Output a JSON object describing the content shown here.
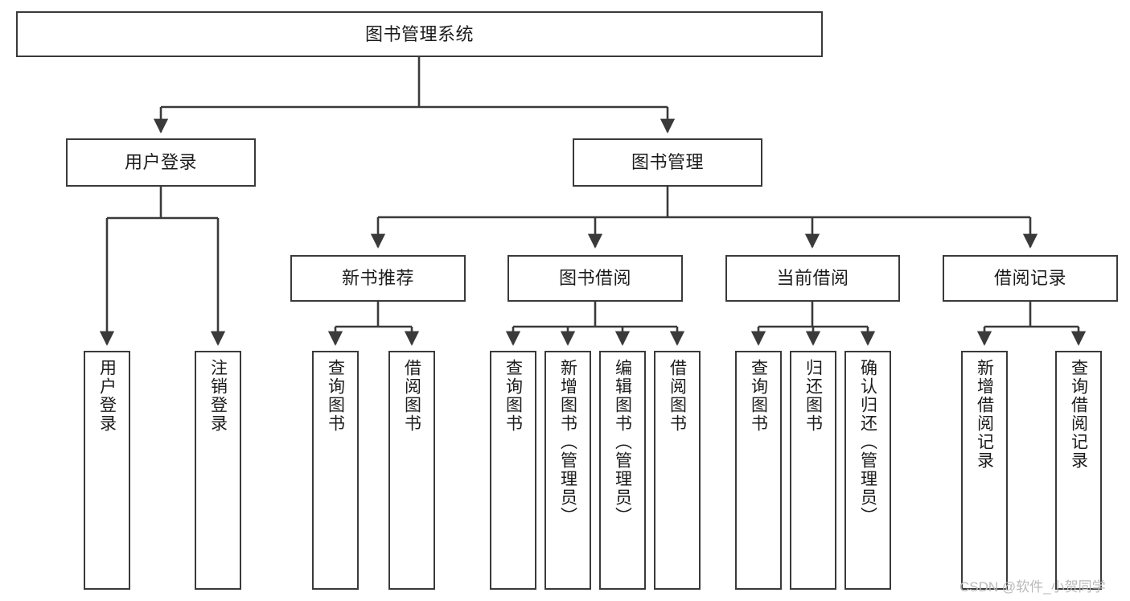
{
  "diagram": {
    "type": "hierarchy-tree",
    "title": "图书管理系统",
    "orientation": "top-down",
    "colors": {
      "box_border": "#3a3a3a",
      "box_fill": "#ffffff",
      "connector": "#3a3a3a",
      "text": "#1c1c1c",
      "watermark": "#b9b9b9",
      "background": "#ffffff"
    },
    "levels": {
      "level0": [
        "图书管理系统"
      ],
      "level1": [
        "用户登录",
        "图书管理"
      ],
      "level2": [
        "新书推荐",
        "图书借阅",
        "当前借阅",
        "借阅记录"
      ],
      "level3": [
        "用户登录",
        "注销登录",
        "查询图书",
        "借阅图书",
        "查询图书",
        "新增图书（管理员）",
        "编辑图书（管理员）",
        "借阅图书",
        "查询图书",
        "归还图书",
        "确认归还（管理员）",
        "新增借阅记录",
        "查询借阅记录"
      ]
    }
  },
  "root": {
    "label": "图书管理系统"
  },
  "branch_user": {
    "label": "用户登录",
    "leaves": [
      {
        "label": "用户登录"
      },
      {
        "label": "注销登录"
      }
    ]
  },
  "branch_book": {
    "label": "图书管理",
    "groups": [
      {
        "label": "新书推荐",
        "leaves": [
          {
            "label": "查询图书"
          },
          {
            "label": "借阅图书"
          }
        ]
      },
      {
        "label": "图书借阅",
        "leaves": [
          {
            "label": "查询图书"
          },
          {
            "label": "新增图书（管理员）"
          },
          {
            "label": "编辑图书（管理员）"
          },
          {
            "label": "借阅图书"
          }
        ]
      },
      {
        "label": "当前借阅",
        "leaves": [
          {
            "label": "查询图书"
          },
          {
            "label": "归还图书"
          },
          {
            "label": "确认归还（管理员）"
          }
        ]
      },
      {
        "label": "借阅记录",
        "leaves": [
          {
            "label": "新增借阅记录"
          },
          {
            "label": "查询借阅记录"
          }
        ]
      }
    ]
  },
  "watermark": {
    "text": "CSDN @软件_小贺同学"
  }
}
